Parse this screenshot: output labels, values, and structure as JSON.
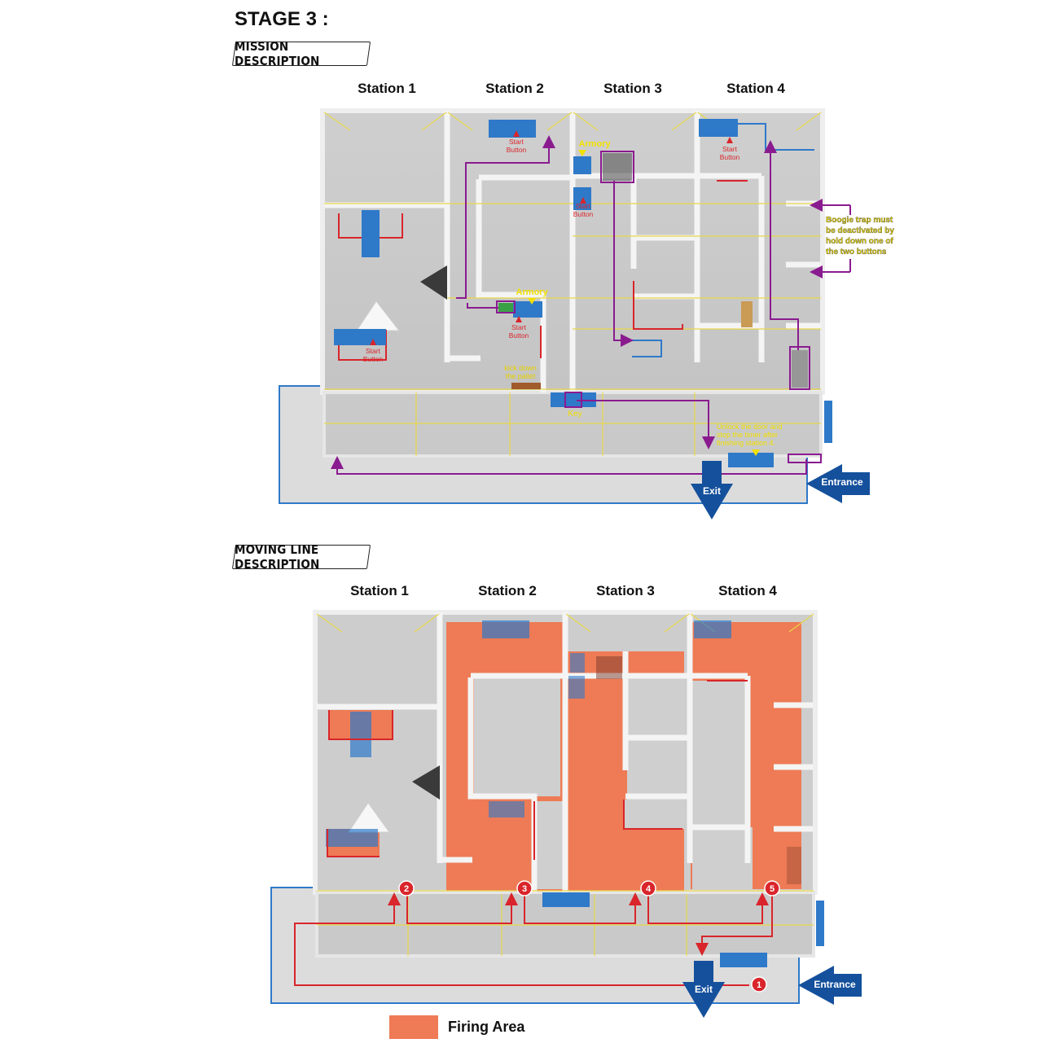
{
  "stage_title": "STAGE 3 :",
  "sections": {
    "mission": "MISSION DESCRIPTION",
    "moving": "MOVING LINE DESCRIPTION"
  },
  "stations": [
    "Station 1",
    "Station 2",
    "Station 3",
    "Station 4"
  ],
  "mission_map": {
    "start_button": [
      "Start",
      "Button"
    ],
    "armory": "Armory",
    "kick_down": [
      "kick down",
      "the pallet"
    ],
    "key": "Key",
    "booby_trap_note": [
      "Boogie trap must",
      "be deactivated by",
      "hold down one of",
      "the two buttons"
    ],
    "unlock_note": [
      "Unlock the door and",
      "stop the timer after",
      "finishing station 4."
    ],
    "exit": "Exit",
    "entrance": "Entrance"
  },
  "moving_map": {
    "exit": "Exit",
    "entrance": "Entrance",
    "waypoints": [
      "1",
      "2",
      "3",
      "4",
      "5"
    ]
  },
  "legend": {
    "label": "Firing Area",
    "color": "#ee7b55"
  },
  "colors": {
    "floor": "#d2d2d2",
    "wall": "#f3f3f3",
    "path_mission": "#8a1b8f",
    "path_moving": "#d9252b",
    "arrow_blue": "#14509c",
    "furniture_blue": "#2f79c9",
    "annotation_yellow": "#f2e000",
    "firing_area": "#ee7b55"
  }
}
